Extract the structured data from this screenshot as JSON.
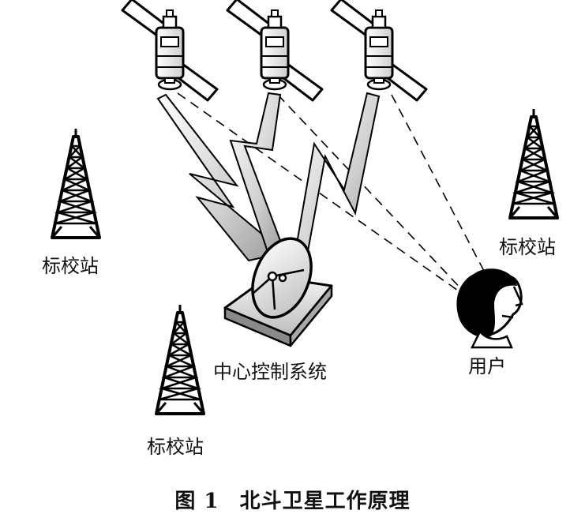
{
  "labels": {
    "station_left": "标校站",
    "station_right": "标校站",
    "station_bottom": "标校站",
    "center": "中心控制系统",
    "user": "用户"
  },
  "caption": {
    "number": "图 1",
    "title": "北斗卫星工作原理"
  }
}
